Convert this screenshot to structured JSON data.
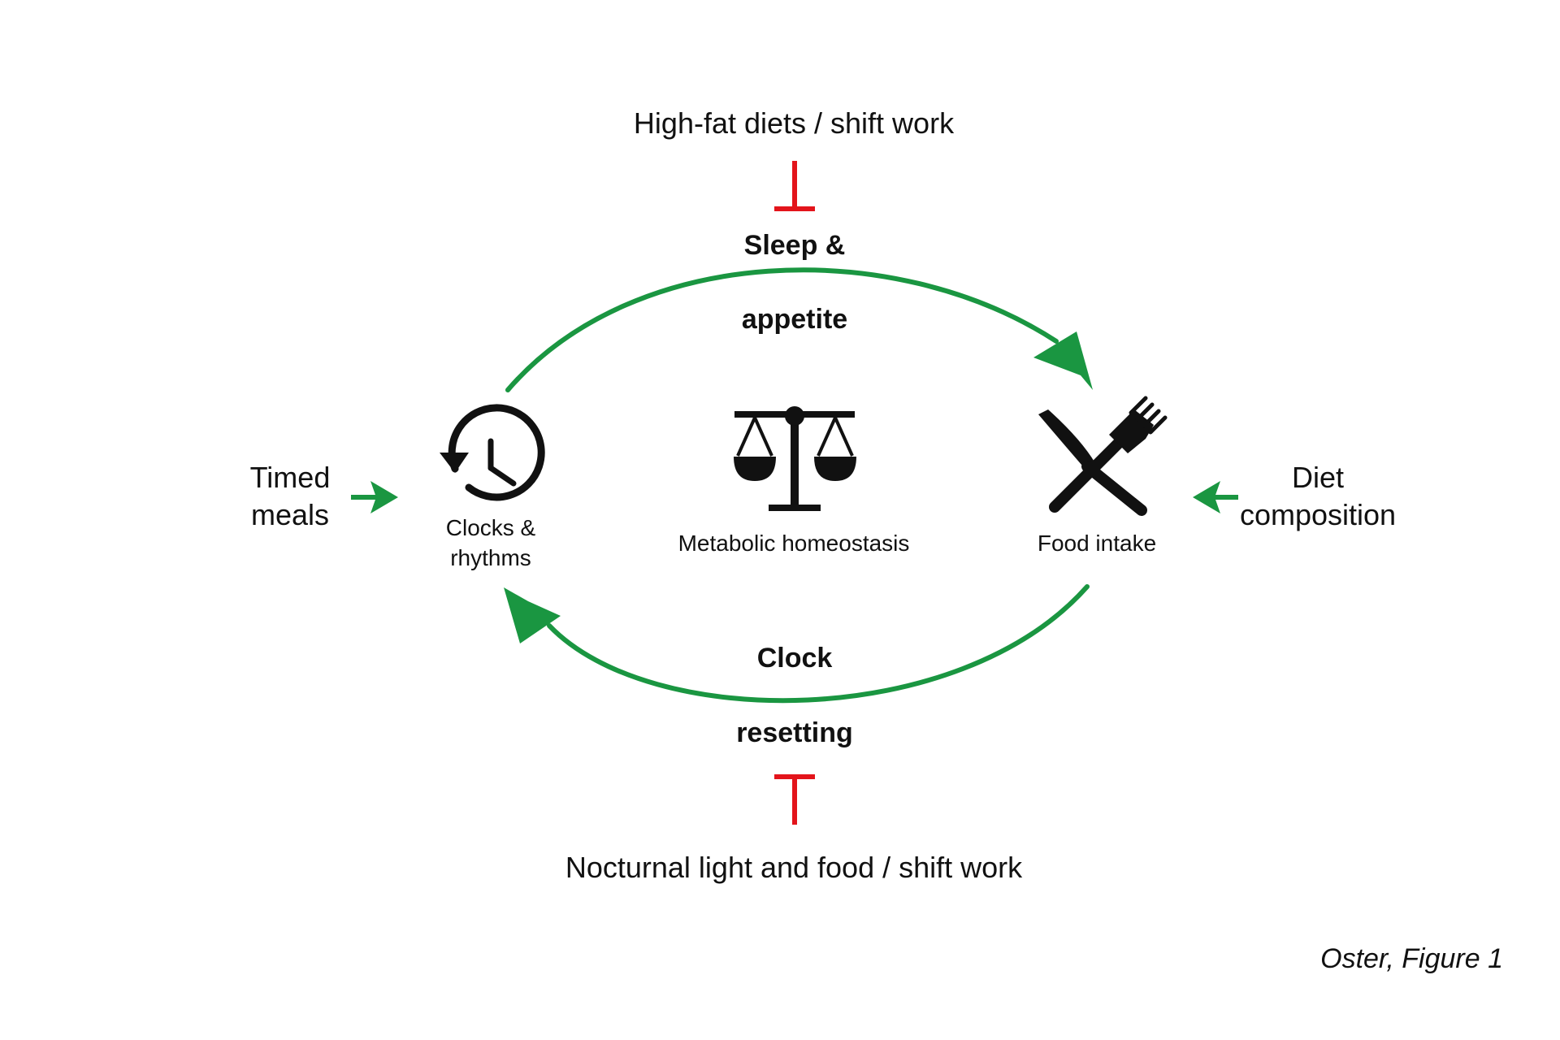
{
  "colors": {
    "promote": "#1a9641",
    "inhibit": "#e3141b",
    "ink": "#111111"
  },
  "top_factor": "High-fat diets / shift work",
  "bottom_factor": "Nocturnal light and food / shift work",
  "left_factor": {
    "line1": "Timed",
    "line2": "meals"
  },
  "right_factor": {
    "line1": "Diet",
    "line2": "composition"
  },
  "top_arc_label": {
    "line1": "Sleep &",
    "line2": "appetite"
  },
  "bottom_arc_label": {
    "line1": "Clock",
    "line2": "resetting"
  },
  "nodes": {
    "clock": {
      "line1": "Clocks &",
      "line2": "rhythms",
      "icon": "clock-history-icon"
    },
    "center": {
      "label": "Metabolic homeostasis",
      "icon": "balance-scale-icon"
    },
    "food": {
      "label": "Food intake",
      "icon": "knife-fork-icon"
    }
  },
  "caption": "Oster, Figure 1"
}
